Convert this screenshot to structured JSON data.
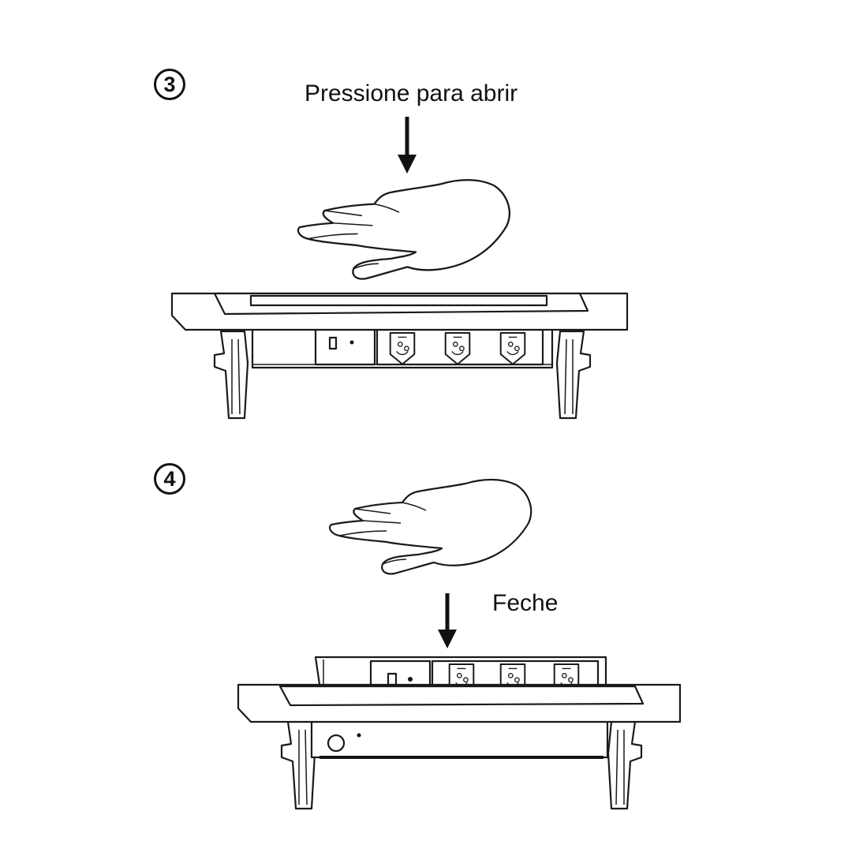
{
  "steps": [
    {
      "number": "3",
      "instruction": "Pressione para abrir",
      "arrow_icon": "arrow-down",
      "state": "closed"
    },
    {
      "number": "4",
      "instruction": "Feche",
      "arrow_icon": "arrow-down",
      "state": "open"
    }
  ],
  "colors": {
    "line": "#1a1a1a",
    "background": "#ffffff"
  }
}
